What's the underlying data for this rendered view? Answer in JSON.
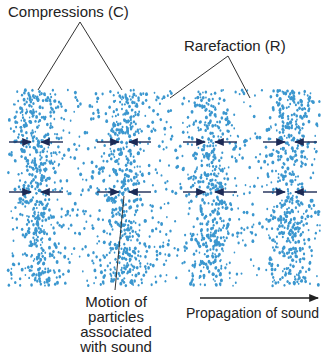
{
  "diagram": {
    "labels": [
      "Compressions (C)",
      "Rarefaction (R)",
      "Motion of particles associated with sound",
      "Propagation of sound"
    ]
  }
}
